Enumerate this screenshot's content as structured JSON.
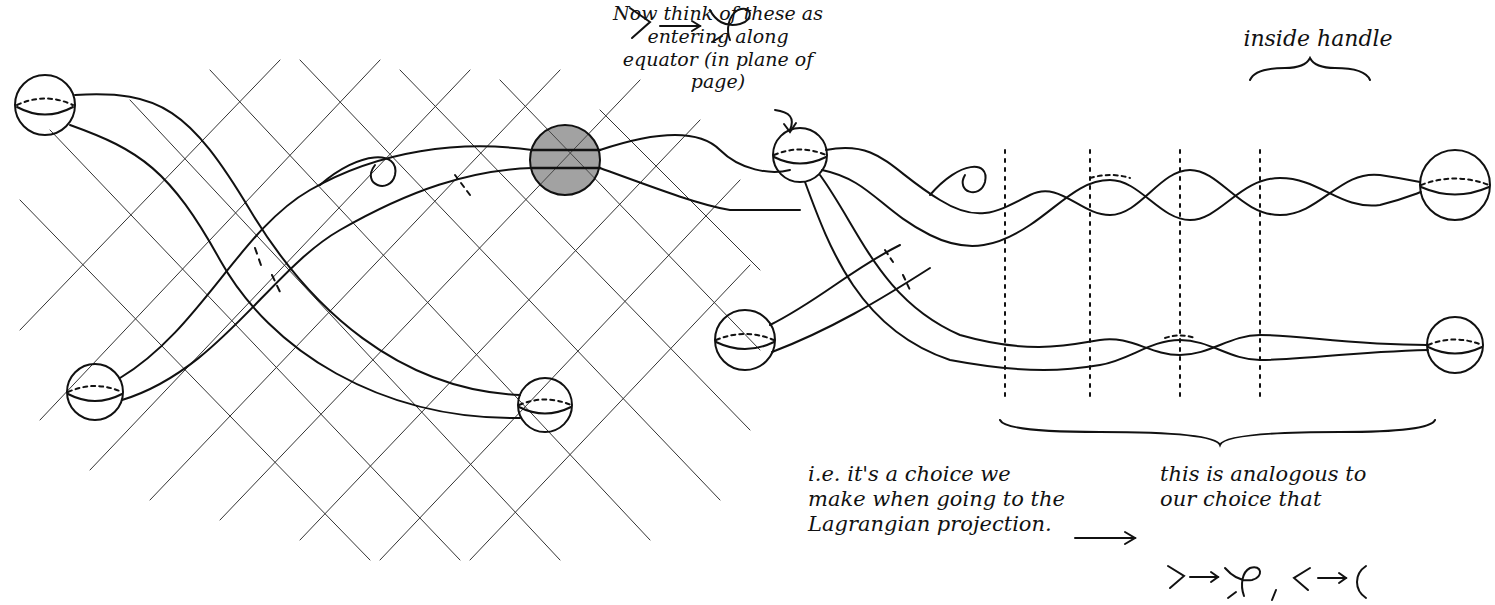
{
  "diagram": {
    "labels": [
      "Now think of these as entering along equator (in plane of page)",
      "inside handle",
      "i.e. it's a choice we make when going to the Lagrangian projection.",
      "this is analogous to our choice that"
    ]
  }
}
